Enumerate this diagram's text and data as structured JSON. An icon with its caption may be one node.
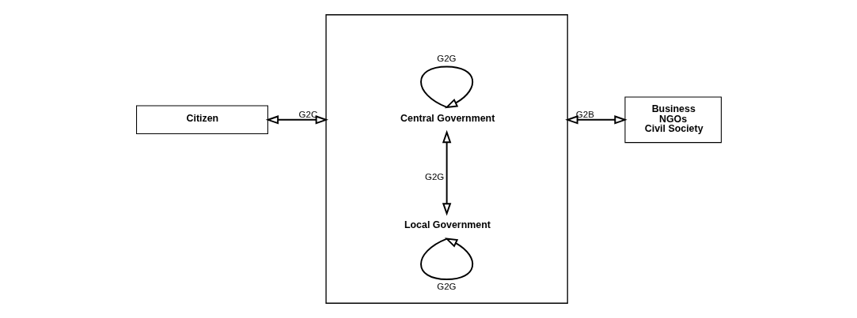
{
  "diagram": {
    "nodes": [
      {
        "text": [
          "Citizen"
        ]
      },
      {
        "text": [],
        "shape": "box"
      },
      {
        "text": [
          "Central Government"
        ],
        "in": 1
      },
      {
        "text": [
          "Local Government"
        ],
        "in": 1
      },
      {
        "text": [
          "Business",
          "NGOs",
          "Civil Society"
        ]
      }
    ],
    "edges": [
      {
        "from": 0,
        "to": 1,
        "arrow": "both",
        "label": "G2C"
      },
      {
        "from": 2,
        "to": 2,
        "arrow": "to",
        "label": "G2G"
      },
      {
        "from": 2,
        "to": 3,
        "arrow": "both",
        "label": "G2G"
      },
      {
        "from": 3,
        "to": 3,
        "arrow": "to",
        "label": "G2G"
      },
      {
        "from": 1,
        "to": 4,
        "arrow": "both",
        "label": "G2B"
      }
    ]
  }
}
